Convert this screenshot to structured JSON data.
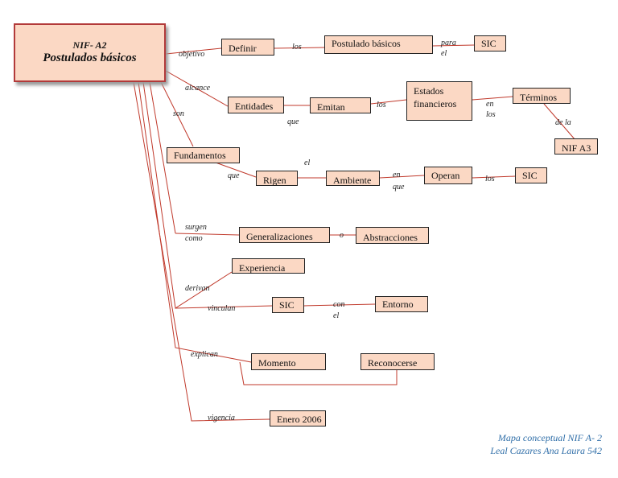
{
  "colors": {
    "connector": "#c0392b",
    "node_fill": "#fbd8c4",
    "main_border": "#b23a3a",
    "footer_text": "#2f6ea8"
  },
  "main": {
    "code": "NIF- A2",
    "title": "Postulados básicos"
  },
  "nodes": {
    "definir": "Definir",
    "postulado_basicos": "Postulado básicos",
    "sic_1": "SIC",
    "entidades": "Entidades",
    "emitan": "Emitan",
    "estados_1": "Estados",
    "estados_2": "financieros",
    "terminos": "Términos",
    "nif_a3": "NIF A3",
    "fundamentos": "Fundamentos",
    "rigen": "Rigen",
    "ambiente": "Ambiente",
    "operan": "Operan",
    "sic_2": "SIC",
    "generalizaciones": "Generalizaciones",
    "abstracciones": "Abstracciones",
    "experiencia": "Experiencia",
    "sic_3": "SIC",
    "entorno": "Entorno",
    "momento": "Momento",
    "reconocerse": "Reconocerse",
    "enero": "Enero 2006"
  },
  "labels": {
    "objetivo": "objetivo",
    "los_1": "los",
    "para_1": "para",
    "para_2": "el",
    "alcance": "alcance",
    "son": "son",
    "que_1": "que",
    "los_2": "los",
    "en_los_1": "en",
    "en_los_2": "los",
    "de_la": "de la",
    "el": "el",
    "que_2": "que",
    "en_que_1": "en",
    "en_que_2": "que",
    "los_3": "los",
    "surgen_1": "surgen",
    "surgen_2": "como",
    "o": "o",
    "derivan": "derivan",
    "vinculan": "vinculan",
    "con_1": "con",
    "con_2": "el",
    "explican": "explican",
    "vigencia": "vigencia"
  },
  "footer": {
    "line1": "Mapa conceptual NIF  A- 2",
    "line2": "Leal Cazares Ana Laura 542"
  }
}
